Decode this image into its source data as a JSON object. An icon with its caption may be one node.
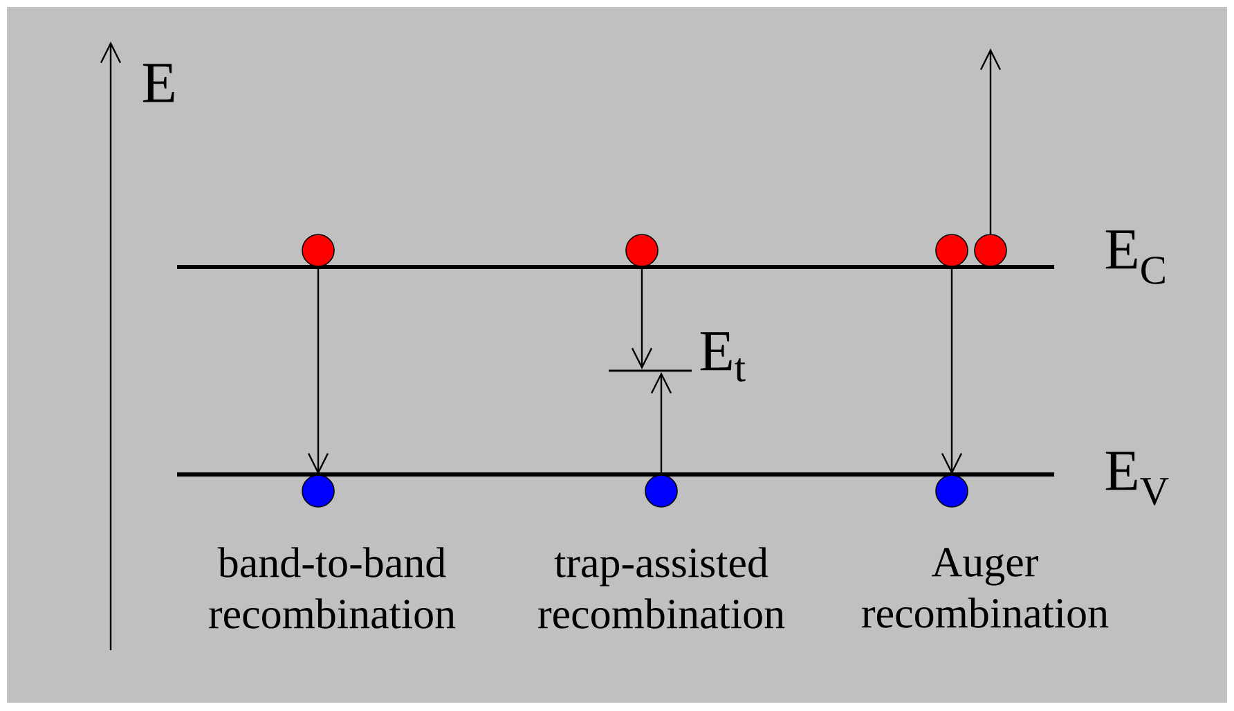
{
  "diagram": {
    "nodes": [
      {
        "text": [],
        "shape": "circle"
      },
      {
        "text": [],
        "shape": "circle"
      },
      {
        "text": [],
        "shape": "circle"
      },
      {
        "text": [],
        "shape": "circle"
      },
      {
        "text": [],
        "shape": "bar"
      },
      {
        "text": [],
        "shape": "circle"
      },
      {
        "text": [],
        "shape": "circle"
      },
      {
        "text": [],
        "shape": "circle"
      }
    ],
    "edges": [
      {
        "from": 0,
        "to": 5,
        "arrow": "to"
      },
      {
        "from": 1,
        "to": 4,
        "arrow": "to"
      },
      {
        "from": 6,
        "to": 4,
        "arrow": "to"
      },
      {
        "from": 2,
        "to": 7,
        "arrow": "to"
      },
      {
        "from": 3,
        "to": null,
        "arrow": "to"
      }
    ],
    "labels": [
      "E",
      "E$_{C}$",
      "E$_{t}$",
      "E$_{V}$",
      "band-to-band recombination",
      "trap-assisted recombination",
      "Auger recombination"
    ]
  }
}
